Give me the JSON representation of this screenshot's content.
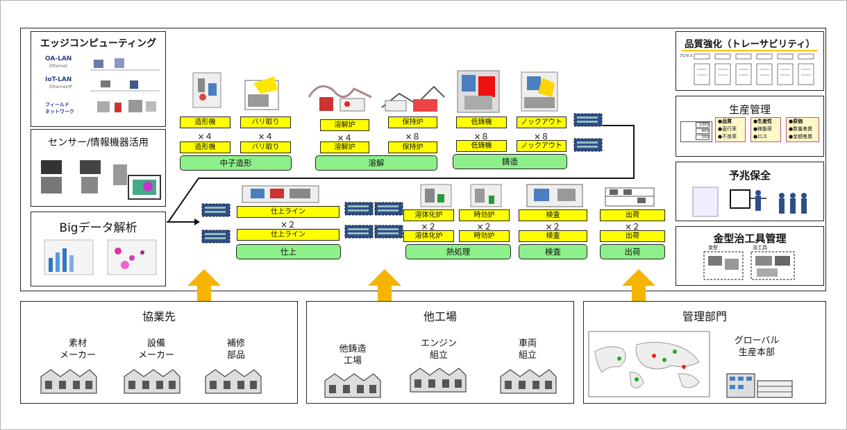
{
  "left_panels": {
    "edge": {
      "title": "エッジコンピューティング",
      "layers": [
        "OA-LAN",
        "IoT-LAN",
        "フィールド\nネットワーク"
      ],
      "sublabels": [
        "Ethernet",
        "Ethernet/IP"
      ]
    },
    "sensor": {
      "title": "センサー/情報機器活用"
    },
    "bigdata": {
      "title": "Bigデータ解析"
    }
  },
  "process_top": [
    {
      "upper": "造形機",
      "mult": "×４",
      "lower": "造形機"
    },
    {
      "upper": "バリ取り",
      "mult": "×４",
      "lower": "バリ取り"
    },
    {
      "upper": "溶解炉",
      "mult": "×４",
      "lower": "溶解炉"
    },
    {
      "upper": "保持炉",
      "mult": "×８",
      "lower": "保持炉"
    },
    {
      "upper": "低鋳機",
      "mult": "×８",
      "lower": "低鋳機"
    },
    {
      "upper": "ノックアウト",
      "mult": "×８",
      "lower": "ノックアウト"
    }
  ],
  "groups_top": [
    "中子造形",
    "溶解",
    "鋳造"
  ],
  "process_bottom": [
    {
      "upper": "仕上ライン",
      "mult": "×２",
      "lower": "仕上ライン"
    },
    {
      "upper": "溶体化炉",
      "mult": "×２",
      "lower": "溶体化炉"
    },
    {
      "upper": "時効炉",
      "mult": "×２",
      "lower": "時効炉"
    },
    {
      "upper": "検査",
      "mult": "×２",
      "lower": "検査"
    },
    {
      "upper": "出荷",
      "mult": "×２",
      "lower": "出荷"
    }
  ],
  "groups_bottom": [
    "仕上",
    "熱処理",
    "検査",
    "出荷"
  ],
  "right_panels": {
    "quality": {
      "title": "品質強化（トレーサビリティ）",
      "row_labels": [
        "プロセス"
      ]
    },
    "production": {
      "title": "生産管理",
      "values": [
        "1000",
        "800",
        "200"
      ],
      "col1": {
        "head": "●品質",
        "items": [
          "●直行率",
          "●不良率"
        ]
      },
      "col2": {
        "head": "●生産性",
        "items": [
          "●稼動率",
          "●ロス"
        ]
      },
      "col3": {
        "head": "●原価",
        "items": [
          "●数量差異",
          "●金額差異"
        ]
      }
    },
    "predictive": {
      "title": "予兆保全"
    },
    "mold": {
      "title": "金型治工具管理",
      "sublabels": [
        "金型",
        "治工具"
      ]
    }
  },
  "bottom_panels": {
    "partners": {
      "title": "協業先",
      "items": [
        "素材\nメーカー",
        "設備\nメーカー",
        "補修\n部品"
      ]
    },
    "other_plants": {
      "title": "他工場",
      "items": [
        "他鋳造\n工場",
        "エンジン\n組立",
        "車両\n組立"
      ]
    },
    "management": {
      "title": "管理部門",
      "items": [
        "グローバル\n生産本部"
      ]
    }
  },
  "colors": {
    "yellow": "#ffff00",
    "green": "#8ef08a",
    "arrow": "#f5b400",
    "server_blue": "#2c4f8a"
  }
}
